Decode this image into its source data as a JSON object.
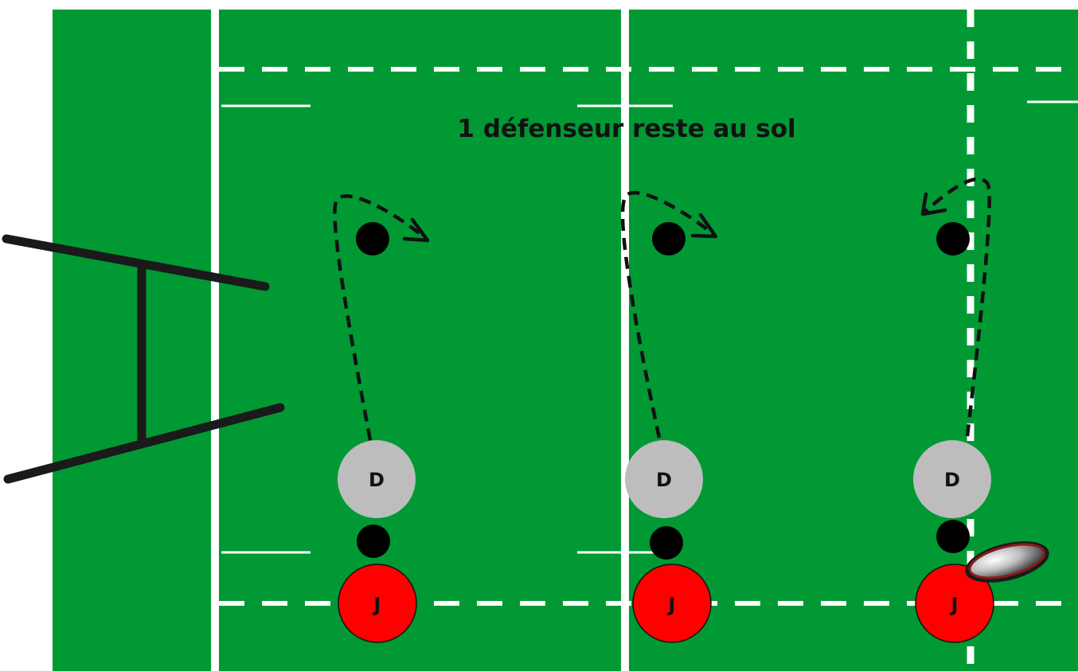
{
  "diagram": {
    "caption": "1 défenseur reste au sol",
    "colors": {
      "pitch": "#009933",
      "lines": "#ffffff",
      "posts": "#1a1a1a",
      "defender": "#bdbdbd",
      "attacker": "#ff0000",
      "marker": "#000000"
    },
    "groups": [
      {
        "defender_label": "D",
        "attacker_label": "J",
        "run_direction": "right",
        "has_ball": false
      },
      {
        "defender_label": "D",
        "attacker_label": "J",
        "run_direction": "right",
        "has_ball": false
      },
      {
        "defender_label": "D",
        "attacker_label": "J",
        "run_direction": "left",
        "has_ball": true
      }
    ]
  }
}
